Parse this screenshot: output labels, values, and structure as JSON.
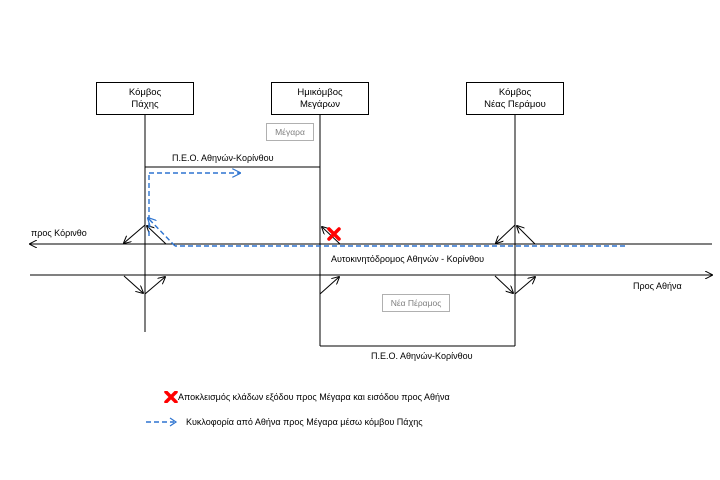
{
  "nodes": {
    "pachi": {
      "line1": "Κόμβος",
      "line2": "Πάχης"
    },
    "megara": {
      "line1": "Ημικόμβος",
      "line2": "Μεγάρων"
    },
    "nea_peramos": {
      "line1": "Κόμβος",
      "line2": "Νέας Περάμου"
    }
  },
  "places": {
    "megara": "Μέγαρα",
    "nea_peramos": "Νέα Πέραμος"
  },
  "roads": {
    "peo_top": "Π.Ε.Ο. Αθηνών-Κορίνθου",
    "peo_bottom": "Π.Ε.Ο. Αθηνών-Κορίνθου",
    "motorway": "Αυτοκινητόδρομος Αθηνών - Κορίνθου",
    "to_corinth": "προς Κόρινθο",
    "to_athens": "Προς Αθήνα"
  },
  "legend": {
    "closure": "Αποκλεισμός κλάδων εξόδου προς Μέγαρα και εισόδου προς Αθήνα",
    "detour": "Κυκλοφορία από Αθήνα προς Μέγαρα μέσω κόμβου Πάχης"
  },
  "colors": {
    "closure": "#ff0000",
    "detour": "#2e74d0",
    "lines": "#000000"
  }
}
